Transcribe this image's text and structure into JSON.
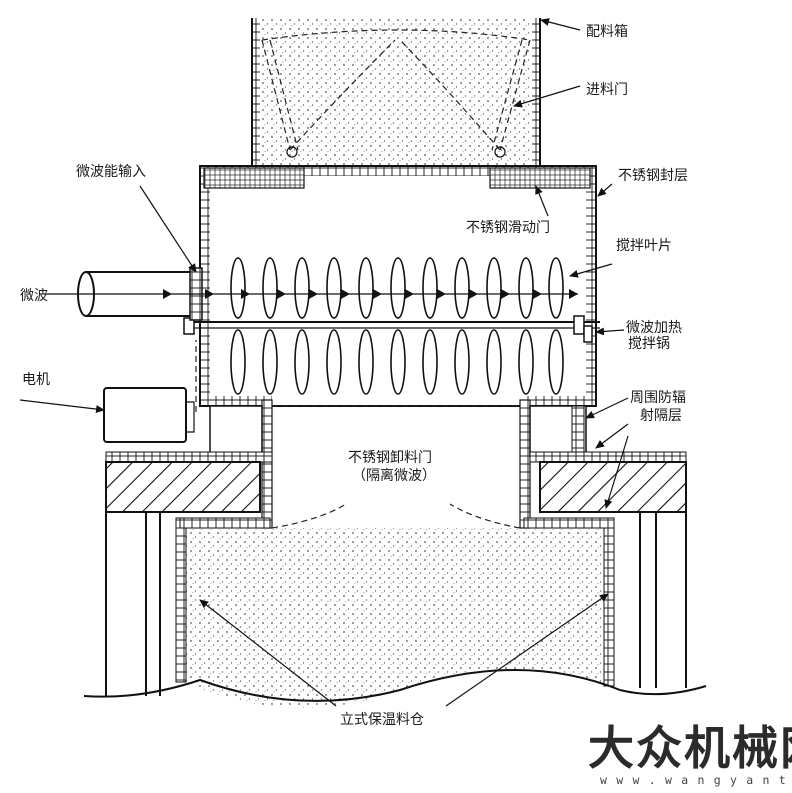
{
  "labels": {
    "batch_box": "配料箱",
    "feed_door": "进料门",
    "microwave_input": "微波能输入",
    "stainless_seal": "不锈钢封层",
    "stainless_slide_door": "不锈钢滑动门",
    "stir_blades": "搅拌叶片",
    "microwave": "微波",
    "microwave_heating": "微波加热",
    "stir_pot": "搅拌锅",
    "motor": "电机",
    "shield_line1": "周围防辐",
    "shield_line2": "射隔层",
    "discharge_door_line1": "不锈钢卸料门",
    "discharge_door_line2": "（隔离微波）",
    "storage_bin": "立式保温料仓"
  },
  "watermark": {
    "brand": "大众机械网",
    "url": "w w w . w a n g y a n t a o . c o m"
  }
}
